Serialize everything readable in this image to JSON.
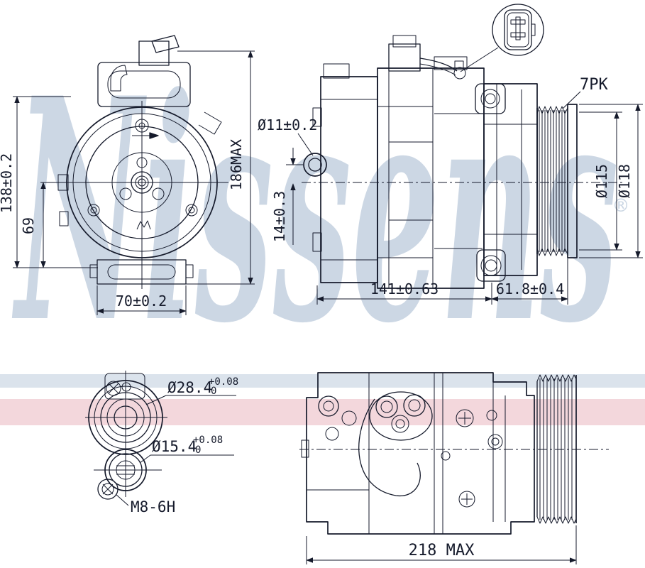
{
  "drawing": {
    "line_color": "#151a2b",
    "brand_watermark": {
      "text": "Nissens",
      "registered_mark": "®",
      "color": "#ccd7e4"
    },
    "stripes": {
      "blue_color": "#dbe3ec",
      "pink_color": "#f3d7dc"
    },
    "labels": {
      "front_view": {
        "overall_height": "186MAX",
        "body_height": "138±0.2",
        "axis_height": "69",
        "foot_width": "70±0.2"
      },
      "side_view": {
        "mount_hole_dia": "Ø11±0.2",
        "mount_hole_offset": "14±0.3",
        "body_length": "141±0.63",
        "pulley_section_length": "61.8±0.4",
        "belt_profile": "7PK",
        "pulley_pitch_dia": "Ø115",
        "pulley_outer_dia": "Ø118"
      },
      "ports": {
        "suction_dia": "Ø28.4",
        "suction_tol_upper": "+0.08",
        "suction_tol_lower": "0",
        "discharge_dia": "Ø15.4",
        "discharge_tol_upper": "+0.08",
        "discharge_tol_lower": "0",
        "bolt_thread": "M8-6H"
      },
      "bottom_view": {
        "overall_length": "218 MAX"
      }
    }
  }
}
